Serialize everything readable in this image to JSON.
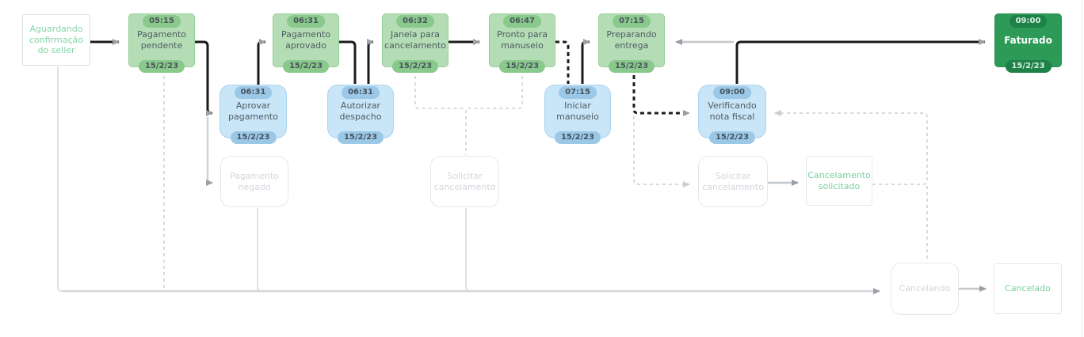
{
  "diagram": {
    "description": "Order workflow state diagram (pt-BR)",
    "date_shared": "15/2/23",
    "palette": {
      "green_state_bg": "#b4ddb6",
      "green_state_border": "#96cf99",
      "green_badge": "#89c98c",
      "blue_action_bg": "#c9e5f8",
      "blue_action_border": "#abd3ef",
      "blue_badge": "#9cc8e8",
      "done_bg": "#2d9a57",
      "done_badge": "#1e8147",
      "milestone_text_green": "#85d4a8",
      "ghost_text": "#d2d7dc",
      "active_edge": "#1b1b1b",
      "inactive_edge": "#d7dbdf",
      "arrowhead_gray": "#9aa0a6"
    }
  },
  "nodes": [
    {
      "id": "aguardando-seller",
      "label": "Aguardando confirmação do seller"
    },
    {
      "id": "pagamento-pendente",
      "label": "Pagamento pendente",
      "time": "05:15",
      "date": "15/2/23"
    },
    {
      "id": "aprovar-pagamento",
      "label": "Aprovar pagamento",
      "time": "06:31",
      "date": "15/2/23"
    },
    {
      "id": "pagamento-aprovado",
      "label": "Pagamento aprovado",
      "time": "06:31",
      "date": "15/2/23"
    },
    {
      "id": "autorizar-despacho",
      "label": "Autorizar despacho",
      "time": "06:31",
      "date": "15/2/23"
    },
    {
      "id": "janela-cancelamento",
      "label": "Janela para cancelamento",
      "time": "06:32",
      "date": "15/2/23"
    },
    {
      "id": "pronto-manuseio",
      "label": "Pronto para manuseio",
      "time": "06:47",
      "date": "15/2/23"
    },
    {
      "id": "iniciar-manuseio",
      "label": "Iniciar manuseio",
      "time": "07:15",
      "date": "15/2/23"
    },
    {
      "id": "preparando-entrega",
      "label": "Preparando entrega",
      "time": "07:15",
      "date": "15/2/23"
    },
    {
      "id": "verificando-nota-fiscal",
      "label": "Verificando nota fiscal",
      "time": "09:00",
      "date": "15/2/23"
    },
    {
      "id": "faturado",
      "label": "Faturado",
      "time": "09:00",
      "date": "15/2/23"
    },
    {
      "id": "pagamento-negado",
      "label": "Pagamento negado"
    },
    {
      "id": "solicitar-cancelamento-1",
      "label": "Solicitar cancelamento"
    },
    {
      "id": "solicitar-cancelamento-2",
      "label": "Solicitar cancelamento"
    },
    {
      "id": "cancelamento-solicitado",
      "label": "Cancelamento solicitado"
    },
    {
      "id": "cancelando",
      "label": "Cancelando"
    },
    {
      "id": "cancelado",
      "label": "Cancelado"
    }
  ]
}
